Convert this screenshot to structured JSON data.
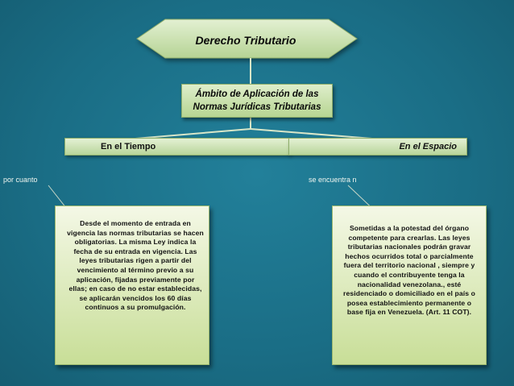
{
  "diagram": {
    "title": "Derecho Tributario",
    "scope": "Ámbito de Aplicación de las Normas Jurídicas Tributarias",
    "branches": [
      {
        "label": "En el Tiempo",
        "link_label": "por cuanto",
        "description": "Desde el momento de entrada en vigencia  las normas tributarias se hacen obligatorias.  La misma Ley indica la fecha de su entrada en vigencia.  Las leyes tributarias rigen a partir  del vencimiento al término previo a su aplicación, fijadas previamente por ellas; en caso de no estar establecidas, se aplicarán vencidos los 60 días continuos a su promulgación."
      },
      {
        "label": "En el Espacio",
        "link_label": "se encuentra n",
        "description": "Sometidas a la potestad del órgano competente para crearlas.  Las leyes tributarias nacionales podrán gravar hechos ocurridos total o parcialmente fuera del territorio nacional , siempre y cuando el contribuyente tenga la nacionalidad venezolana., esté residenciado o domiciliado en el país o posea establecimiento permanente o base fija  en Venezuela.  (Art. 11 COT)."
      }
    ],
    "colors": {
      "background": "#1b6e86",
      "node_fill": "#c8de97",
      "line": "#d8e6c8"
    }
  }
}
